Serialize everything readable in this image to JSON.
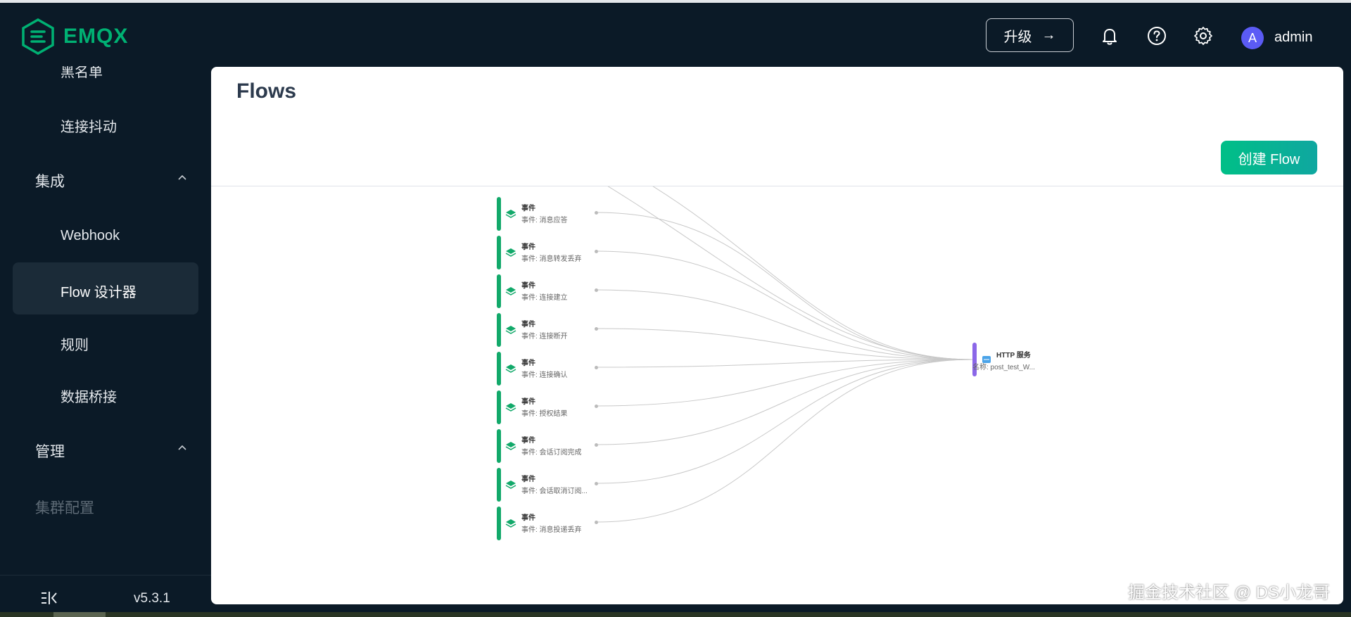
{
  "app": {
    "name": "EMQX"
  },
  "topbar": {
    "upgrade_label": "升级",
    "upgrade_arrow": "→",
    "avatar_letter": "A",
    "username": "admin",
    "icons": [
      "bell-icon",
      "help-icon",
      "gear-icon"
    ]
  },
  "sidebar": {
    "partial_item": "黑名单",
    "item_connection_jitter": "连接抖动",
    "group_integration": "集成",
    "item_webhook": "Webhook",
    "item_flow": "Flow 设计器",
    "item_rules": "规则",
    "item_bridges": "数据桥接",
    "group_management": "管理",
    "item_cluster": "集群配置",
    "version": "v5.3.1"
  },
  "page": {
    "title": "Flows",
    "create_button": "创建 Flow"
  },
  "flow": {
    "source_nodes": [
      {
        "title": "事件",
        "desc": "事件: 消息应答"
      },
      {
        "title": "事件",
        "desc": "事件: 消息转发丢弃"
      },
      {
        "title": "事件",
        "desc": "事件: 连接建立"
      },
      {
        "title": "事件",
        "desc": "事件: 连接断开"
      },
      {
        "title": "事件",
        "desc": "事件: 连接确认"
      },
      {
        "title": "事件",
        "desc": "事件: 授权结果"
      },
      {
        "title": "事件",
        "desc": "事件: 会话订阅完成"
      },
      {
        "title": "事件",
        "desc": "事件: 会话取消订阅..."
      },
      {
        "title": "事件",
        "desc": "事件: 消息投递丢弃"
      }
    ],
    "target_node": {
      "title": "HTTP 服务",
      "desc": "名称: post_test_W..."
    }
  },
  "watermark": "掘金技术社区 @ DS小龙哥",
  "colors": {
    "brand": "#00b173",
    "source_bar": "#12a96a",
    "target_bar": "#8b67e8",
    "create_button": "#0fa7a0",
    "background": "#0b1a27"
  }
}
